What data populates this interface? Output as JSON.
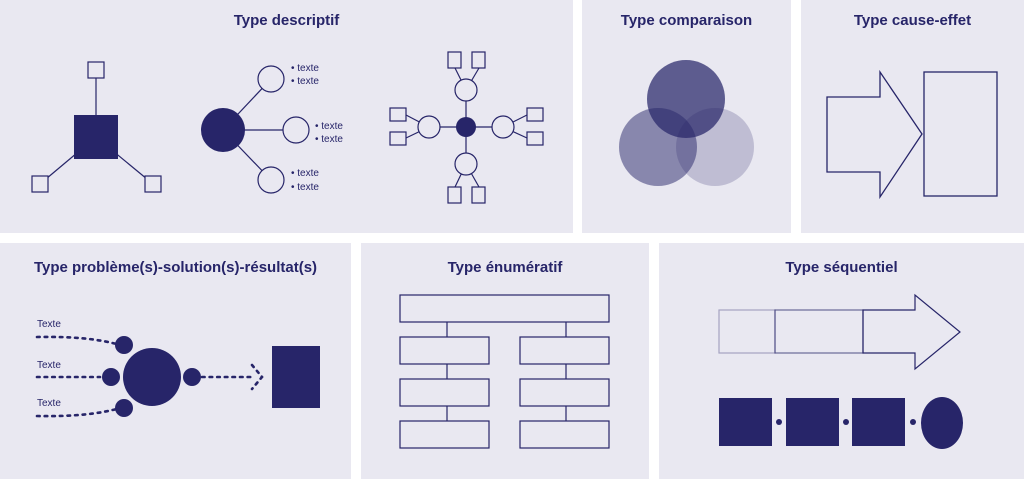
{
  "panels": {
    "descriptif": {
      "title": "Type descriptif",
      "bullet_text": "texte"
    },
    "comparaison": {
      "title": "Type comparaison"
    },
    "cause_effet": {
      "title": "Type cause-effet"
    },
    "probleme": {
      "title": "Type problème(s)-solution(s)-résultat(s)",
      "input_label": "Texte"
    },
    "enumeratif": {
      "title": "Type énumératif"
    },
    "sequentiel": {
      "title": "Type séquentiel"
    }
  },
  "colors": {
    "primary": "#272569",
    "panel_bg": "#e9e8f1"
  }
}
